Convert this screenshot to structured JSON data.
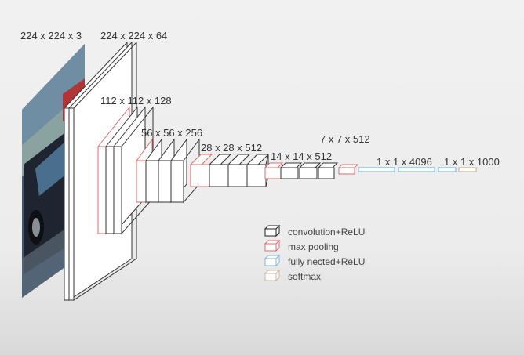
{
  "diagram": {
    "dimension_labels": {
      "input": "224 x 224 x 3",
      "conv1": "224 x 224 x 64",
      "conv2": "112 x 112 x 128",
      "conv3": "56 x 56 x 256",
      "conv4": "28 x 28 x 512",
      "conv5": "14 x 14 x 512",
      "pool5": "7 x 7 x 512",
      "fc": "1 x 1 x 4096",
      "output": "1 x 1 x 1000"
    },
    "legend": {
      "conv": "convolution+ReLU",
      "pool": "max pooling",
      "fc": "fully nected+ReLU",
      "softmax": "softmax"
    },
    "colors": {
      "conv": "#222222",
      "pool": "#e36a6a",
      "fc": "#7fb7e0",
      "softmax": "#c9b79a"
    }
  }
}
